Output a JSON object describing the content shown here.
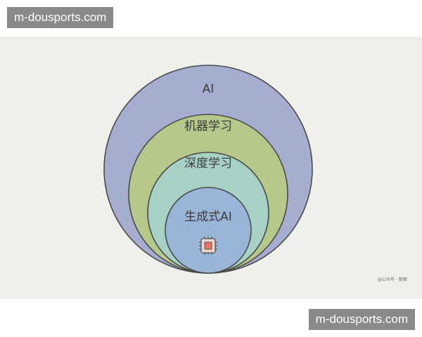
{
  "watermarks": {
    "top": "m-dousports.com",
    "bottom": "m-dousports.com"
  },
  "diagram": {
    "credit": "@公众号 · 新图",
    "rings": [
      {
        "label": "AI",
        "fill": "#a6aed0"
      },
      {
        "label": "机器学习",
        "fill": "#b7c88b"
      },
      {
        "label": "深度学习",
        "fill": "#a7d1c4"
      },
      {
        "label": "生成式AI",
        "fill": "#99b5d8"
      }
    ],
    "stroke": "#4a4a4a",
    "chip_icon": "chip-icon"
  }
}
